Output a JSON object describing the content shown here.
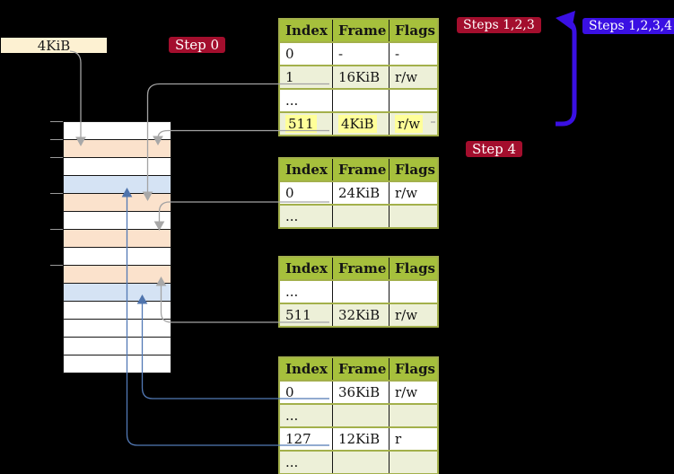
{
  "diagram": {
    "page_size_label": "4KiB",
    "step_labels": {
      "step0": "Step 0",
      "steps123": "Steps 1,2,3",
      "steps1234": "Steps 1,2,3,4",
      "step4": "Step 4"
    },
    "colors": {
      "background": "#000000",
      "step_badge_red": "#a30e2d",
      "step_badge_blue": "#3a10e3",
      "table_header_green": "#a6c03c",
      "table_border_olive": "#a3b04b",
      "table_row_shaded_green": "#edf0d8",
      "highlight_yellow": "#ffff99",
      "memory_frame_orange": "#fbe2cc",
      "memory_frame_blue": "#d5e3f4",
      "page_label_cream": "#fdf1d2",
      "pointer_gray": "#a3a3a3",
      "pointer_blue": "#5279b5",
      "loop_arrow_blue": "#3a10e3"
    },
    "tables": [
      {
        "name": "page-table-1",
        "headers": [
          "Index",
          "Frame",
          "Flags"
        ],
        "rows": [
          {
            "cells": [
              "0",
              "-",
              "-"
            ],
            "shaded": false,
            "highlight": false
          },
          {
            "cells": [
              "1",
              "16KiB",
              "r/w"
            ],
            "shaded": true,
            "highlight": false
          },
          {
            "cells": [
              "...",
              "",
              ""
            ],
            "shaded": false,
            "highlight": false
          },
          {
            "cells": [
              "511",
              "4KiB",
              "r/w"
            ],
            "shaded": true,
            "highlight": true
          }
        ]
      },
      {
        "name": "page-table-2",
        "headers": [
          "Index",
          "Frame",
          "Flags"
        ],
        "rows": [
          {
            "cells": [
              "0",
              "24KiB",
              "r/w"
            ],
            "shaded": false,
            "highlight": false
          },
          {
            "cells": [
              "...",
              "",
              ""
            ],
            "shaded": true,
            "highlight": false
          }
        ]
      },
      {
        "name": "page-table-3",
        "headers": [
          "Index",
          "Frame",
          "Flags"
        ],
        "rows": [
          {
            "cells": [
              "...",
              "",
              ""
            ],
            "shaded": false,
            "highlight": false
          },
          {
            "cells": [
              "511",
              "32KiB",
              "r/w"
            ],
            "shaded": true,
            "highlight": false
          }
        ]
      },
      {
        "name": "page-table-4",
        "headers": [
          "Index",
          "Frame",
          "Flags"
        ],
        "rows": [
          {
            "cells": [
              "0",
              "36KiB",
              "r/w"
            ],
            "shaded": false,
            "highlight": false
          },
          {
            "cells": [
              "...",
              "",
              ""
            ],
            "shaded": true,
            "highlight": false
          },
          {
            "cells": [
              "127",
              "12KiB",
              "r"
            ],
            "shaded": false,
            "highlight": false
          },
          {
            "cells": [
              "...",
              "",
              ""
            ],
            "shaded": true,
            "highlight": false
          }
        ]
      }
    ],
    "memory": {
      "rows": [
        "white",
        "orange",
        "white",
        "blue",
        "orange",
        "white",
        "orange",
        "white",
        "orange",
        "blue",
        "white",
        "white",
        "white",
        "white"
      ],
      "tick_ys": [
        135,
        155,
        175,
        215,
        255,
        295
      ]
    }
  }
}
